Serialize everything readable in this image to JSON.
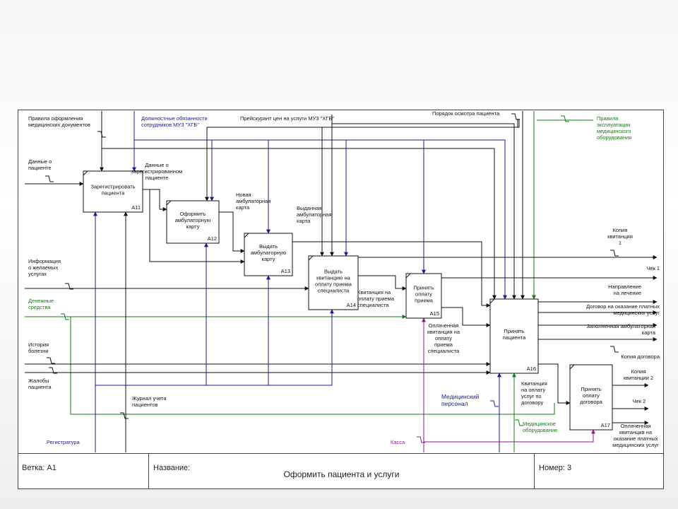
{
  "diagram": {
    "boxes": [
      {
        "id": "A11",
        "label": [
          "Зарегистрировать",
          "пациента"
        ]
      },
      {
        "id": "A12",
        "label": [
          "Оформить",
          "амбулаторную",
          "карту"
        ]
      },
      {
        "id": "A13",
        "label": [
          "Выдать",
          "амбулаторную",
          "карту"
        ]
      },
      {
        "id": "A14",
        "label": [
          "Выдать",
          "квитанцию на",
          "оплату приема",
          "специалиста"
        ]
      },
      {
        "id": "A15",
        "label": [
          "Принять",
          "оплату",
          "приема"
        ]
      },
      {
        "id": "A16",
        "label": [
          "Принять",
          "пациента"
        ]
      },
      {
        "id": "A17",
        "label": [
          "Принять",
          "оплату",
          "договора"
        ]
      }
    ],
    "controls": {
      "rules": [
        "Правила оформления",
        "медицинских документов"
      ],
      "duties": [
        "Должностные обязанности",
        "сотрудников МУЗ \"ХГБ\""
      ],
      "price": [
        "Прейскурант цен на услуги МУЗ \"ХГБ\""
      ],
      "order": [
        "Порядок осмотра пациента"
      ],
      "operation": [
        "Правила",
        "эксплуатации",
        "медицинского",
        "оборудования"
      ]
    },
    "inputs": {
      "patient_data": [
        "Данные о",
        "пациенте"
      ],
      "info": [
        "Информация",
        "о желаемых",
        "услугах"
      ],
      "money": [
        "Денежные",
        "средства"
      ],
      "history": [
        "История",
        "болезни"
      ],
      "complaints": [
        "Жалобы",
        "пациента"
      ]
    },
    "internal": {
      "registered": [
        "Данные о",
        "зарегистрированном",
        "пациенте"
      ],
      "new_card": [
        "Новая",
        "амбулаторная",
        "карта"
      ],
      "issued_card": [
        "Выданная",
        "амбулаторная",
        "карта"
      ],
      "receipt": [
        "Квитанция на",
        "оплату приема",
        "специалиста"
      ],
      "paid_receipt": [
        "Оплаченная",
        "квитанция на",
        "оплату",
        "приема",
        "специалиста"
      ],
      "journal": [
        "Журнал учета",
        "пациентов"
      ],
      "contract_receipt": [
        "Квитанция",
        "на оплату",
        "услуг по",
        "договору"
      ]
    },
    "outputs": {
      "receipt_copy_1": [
        "Копия",
        "квитанции",
        "1"
      ],
      "check_1": [
        "Чек 1"
      ],
      "referral": [
        "Направление",
        "на лечение"
      ],
      "contract": [
        "Договор на оказание платных",
        "медицинских услуг"
      ],
      "filled_card": [
        "Заполненная амбулаторная",
        "карта"
      ],
      "contract_copy": [
        "Копия договора"
      ],
      "receipt_copy_2": [
        "Копия",
        "квитанции 2"
      ],
      "check_2": [
        "Чек 2"
      ],
      "paid_contract": [
        "Оплаченная",
        "квитанция на",
        "оказание платных",
        "медицинских услуг"
      ]
    },
    "mechanisms": {
      "registry": [
        "Регистратура"
      ],
      "staff": [
        "Медицинский",
        "персонал"
      ],
      "cashier": [
        "Касса"
      ],
      "equipment": [
        "Медицинское",
        "оборудование"
      ]
    }
  },
  "colors": {
    "black": "#111111",
    "blue": "#1a1a8c",
    "green": "#137a13",
    "purple": "#8c1a8c"
  },
  "footer": {
    "node_label": "Ветка: A1",
    "name_label": "Название:",
    "title": "Оформить пациента и услуги",
    "number_label": "Номер: 3"
  }
}
